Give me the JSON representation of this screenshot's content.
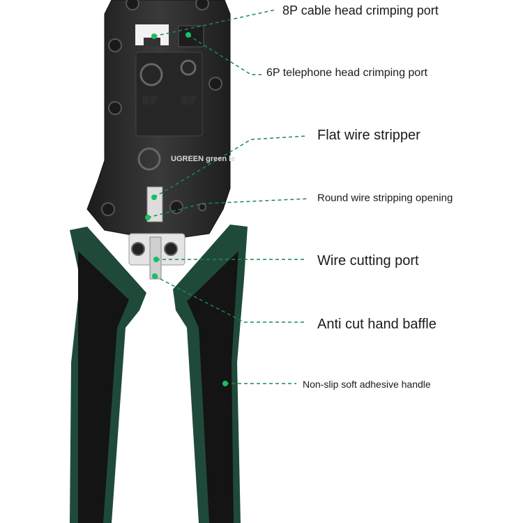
{
  "product": {
    "brand_text": "UGREEN green le",
    "port_8p": "8P",
    "port_6p": "6P"
  },
  "callouts": [
    {
      "label": "8P cable head crimping port"
    },
    {
      "label": "6P telephone head crimping port"
    },
    {
      "label": "Flat wire stripper"
    },
    {
      "label": "Round wire stripping opening"
    },
    {
      "label": "Wire cutting port"
    },
    {
      "label": "Anti cut hand baffle"
    },
    {
      "label": "Non-slip soft adhesive handle"
    }
  ],
  "colors": {
    "leader": "#1a8a4a",
    "dot": "#18c060",
    "handle_green": "#1f4a3a",
    "body": "#2a2a2a"
  }
}
